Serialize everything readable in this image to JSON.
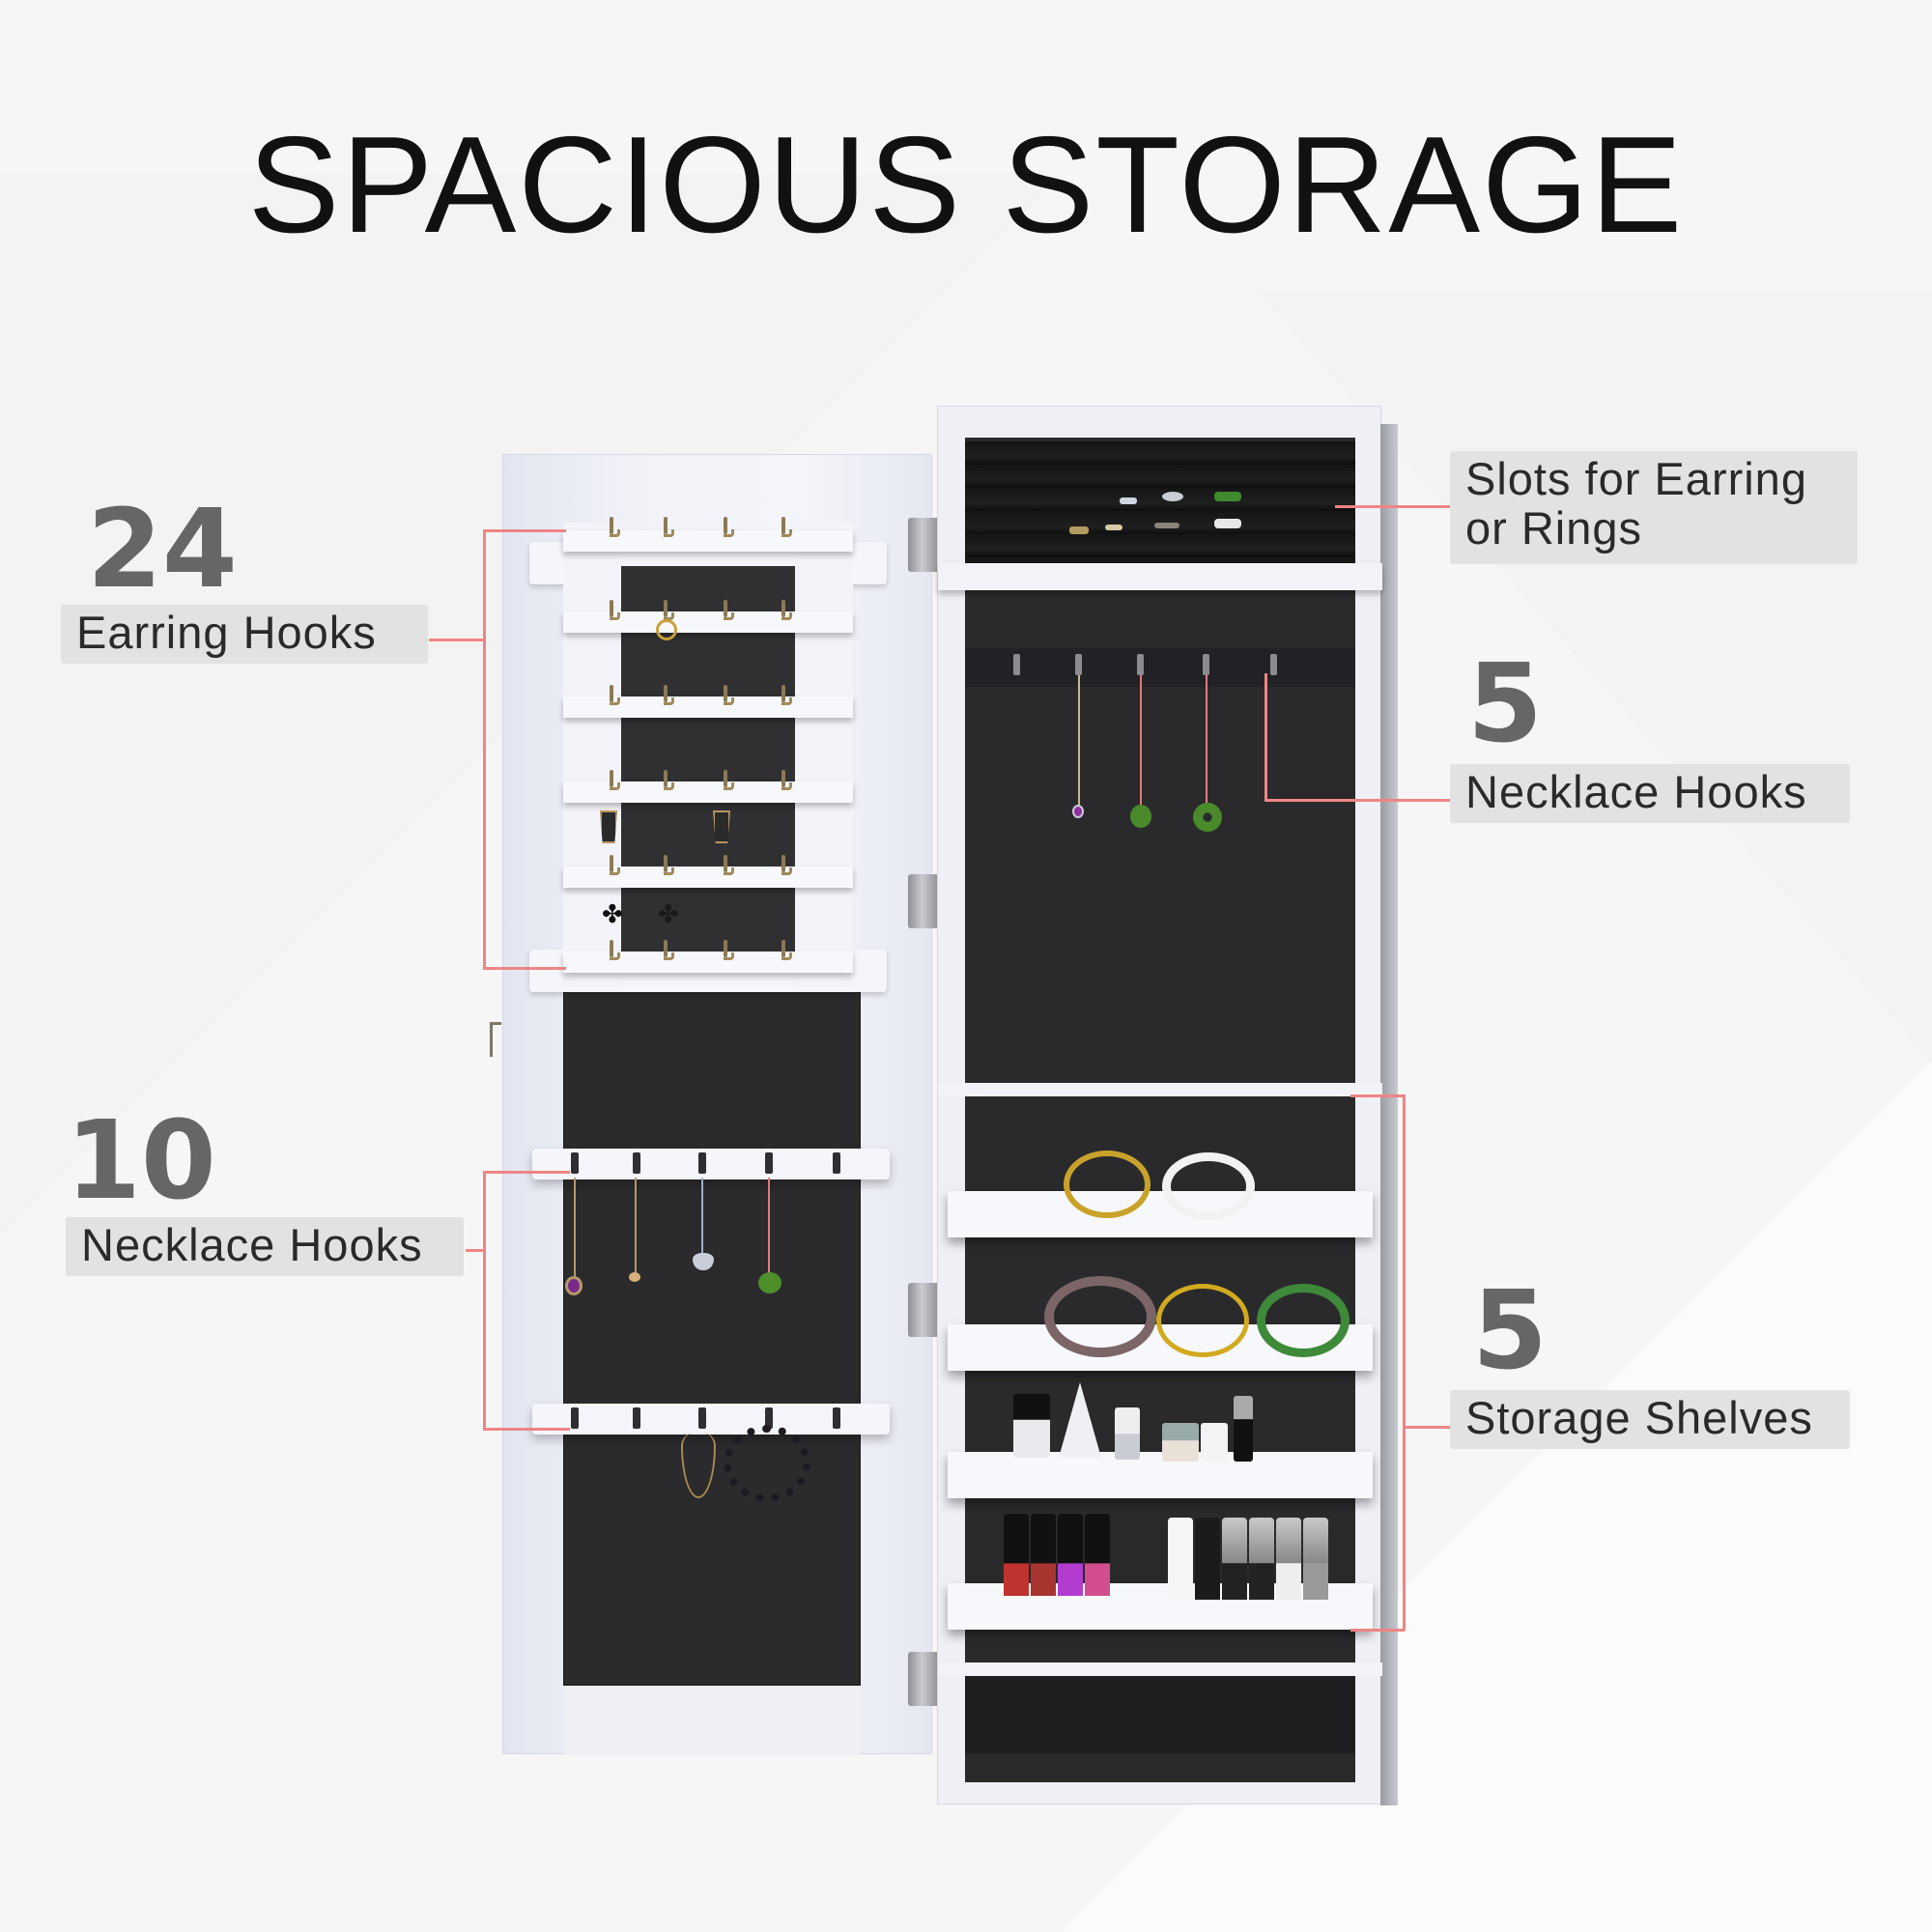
{
  "title": "SPACIOUS STORAGE",
  "callouts": {
    "earring_hooks": {
      "count": "24",
      "label": "Earring Hooks"
    },
    "door_necklace_hooks": {
      "count": "10",
      "label": "Necklace Hooks"
    },
    "ring_slots": {
      "label_line1": "Slots for Earring",
      "label_line2": "or Rings"
    },
    "cabinet_necklace_hooks": {
      "count": "5",
      "label": "Necklace Hooks"
    },
    "storage_shelves": {
      "count": "5",
      "label": "Storage Shelves"
    }
  },
  "colors": {
    "background": "#f6f6f6",
    "callout_line": "#ee8584",
    "label_bg": "#e2e2e2",
    "count_text": "#666666",
    "panel_dark": "#2b2b2d",
    "cabinet_white": "#eef0f6"
  },
  "product": {
    "icon": "jewelry-cabinet-illustration",
    "earring_rack_rows": 6,
    "earring_hooks_per_row": 4,
    "door_necklace_bars": 2,
    "door_hooks_per_bar": 5,
    "cabinet_necklace_hooks": 5,
    "cabinet_shelves": 5
  }
}
